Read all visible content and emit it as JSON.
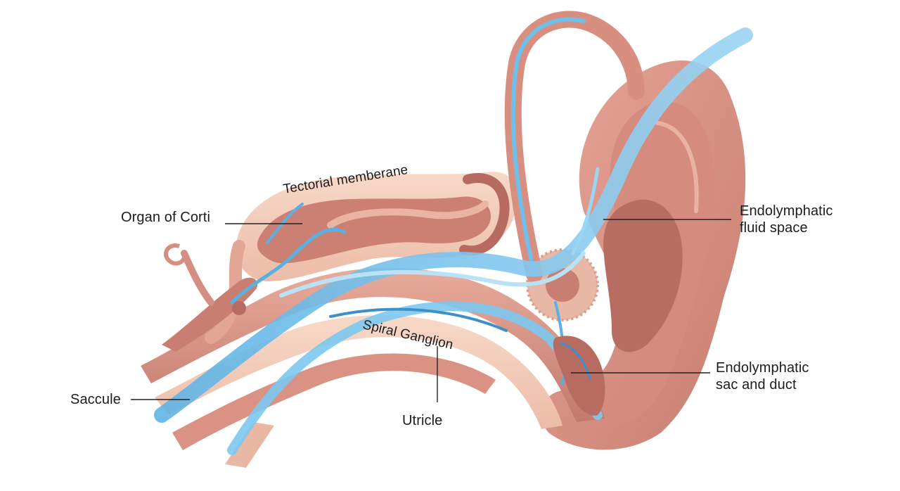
{
  "labels": {
    "tectorial": "Tectorial memberane",
    "organ_of_corti": "Organ of Corti",
    "endolymphatic_fluid_space": "Endolymphatic\nfluid space",
    "spiral_ganglion": "Spiral Ganglion",
    "endolymphatic_sac_duct": "Endolymphatic\nsac and duct",
    "saccule": "Saccule",
    "utricle": "Utricle"
  },
  "colors": {
    "tissue_dark": "#c47a70",
    "tissue_mid": "#dd9d90",
    "tissue_light": "#f2c9b8",
    "fluid_blue": "#6fbfea",
    "fluid_light": "#b9e2f7",
    "leader_line": "#222222"
  }
}
